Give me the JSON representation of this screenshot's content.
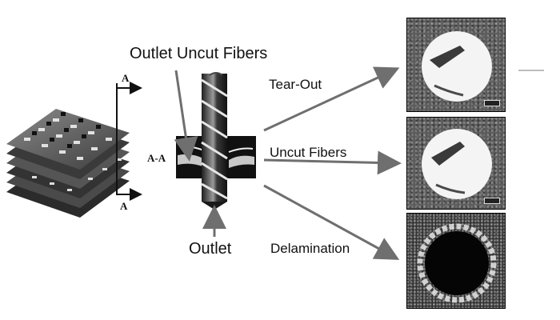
{
  "labels": {
    "outlet_uncut_fibers": "Outlet Uncut Fibers",
    "tear_out": "Tear-Out",
    "uncut_fibers": "Uncut Fibers",
    "delamination": "Delamination",
    "outlet": "Outlet",
    "section": "A-A",
    "a_top": "A",
    "a_bottom": "A"
  },
  "colors": {
    "arrow": "#6f6f6f",
    "panel_border": "#000000"
  }
}
